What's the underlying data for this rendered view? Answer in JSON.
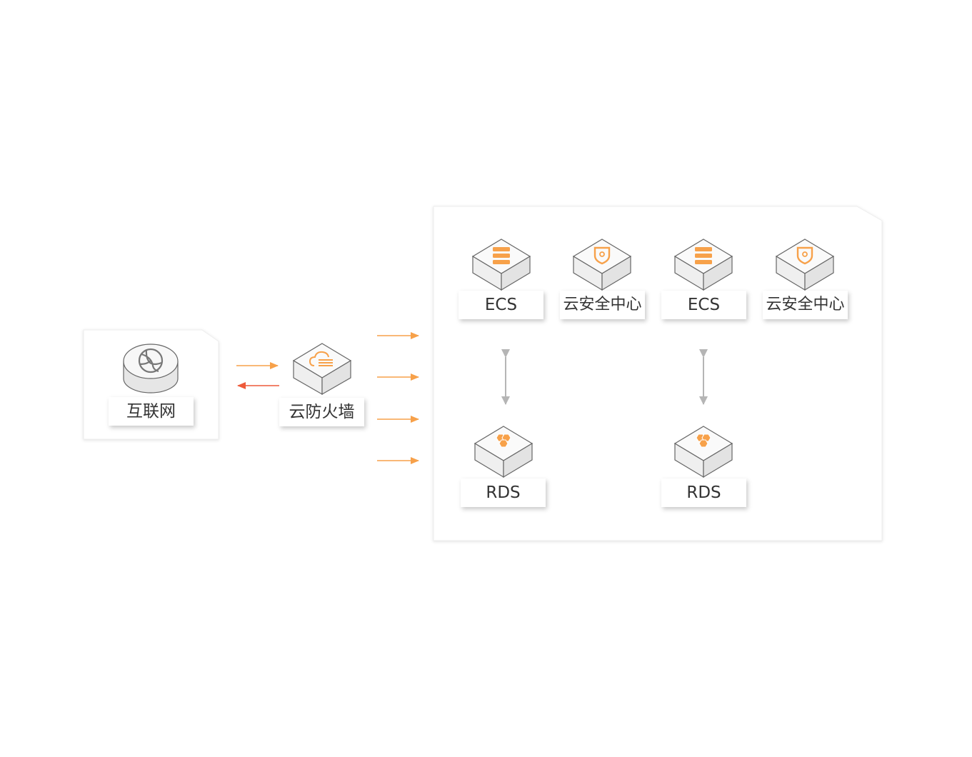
{
  "colors": {
    "accent_orange": "#F7A14A",
    "return_red": "#EE5A3A",
    "link_gray": "#B5B5B5",
    "cube_top": "#FAFAFA",
    "cube_left": "#EFEFEF",
    "cube_right": "#E3E3E3",
    "outline": "#666666",
    "panel_border": "#E8E8E8",
    "globe_gray": "#777777"
  },
  "nodes": {
    "internet": {
      "label": "互联网",
      "icon": "globe-icon"
    },
    "firewall": {
      "label": "云防火墙",
      "icon": "cloud-firewall-icon"
    },
    "ecs_1": {
      "label": "ECS",
      "icon": "server-stack-icon"
    },
    "security_center_1": {
      "label": "云安全中心",
      "icon": "shield-icon"
    },
    "ecs_2": {
      "label": "ECS",
      "icon": "server-stack-icon"
    },
    "security_center_2": {
      "label": "云安全中心",
      "icon": "shield-icon"
    },
    "rds_1": {
      "label": "RDS",
      "icon": "database-hex-icon"
    },
    "rds_2": {
      "label": "RDS",
      "icon": "database-hex-icon"
    }
  },
  "edges": [
    {
      "from": "internet",
      "to": "firewall",
      "style": "orange-arrow"
    },
    {
      "from": "firewall",
      "to": "internet",
      "style": "red-arrow"
    },
    {
      "from": "firewall",
      "to": "vpc",
      "style": "orange-arrow",
      "count": 4
    },
    {
      "from": "ecs_1",
      "to": "rds_1",
      "style": "gray-double-arrow"
    },
    {
      "from": "ecs_2",
      "to": "rds_2",
      "style": "gray-double-arrow"
    }
  ]
}
